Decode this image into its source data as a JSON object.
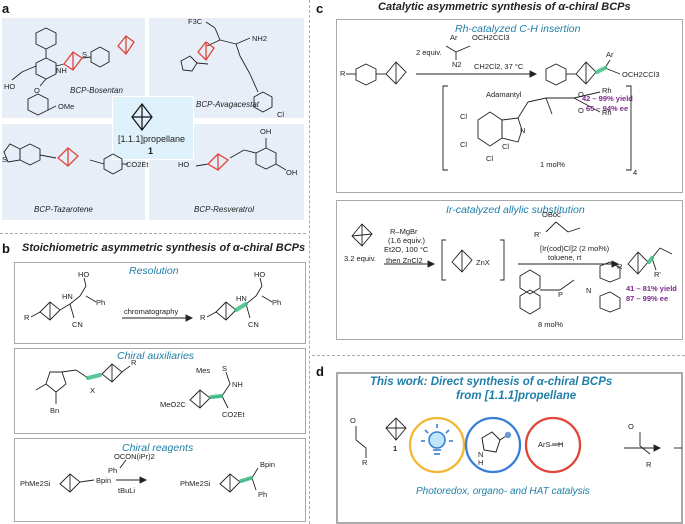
{
  "panel_a": {
    "letter": "a",
    "center_label": "[1.1.1]propellane",
    "center_number": "1",
    "bosentan": "BCP-Bosentan",
    "avagacestat": "BCP-Avagacestat",
    "tazarotene": "BCP-Tazarotene",
    "resveratrol": "BCP-Resveratrol",
    "atoms": {
      "ho": "HO",
      "ome": "OMe",
      "nh_bosentan": "NH",
      "s_bosentan": "S",
      "o": "O",
      "f3c": "F3C",
      "nh2": "NH2",
      "cl": "Cl",
      "s_taz": "S",
      "co2et": "CO2Et",
      "oh1": "OH",
      "oh2": "OH",
      "ho_res": "HO"
    }
  },
  "panel_b": {
    "letter": "b",
    "title": "Stoichiometric asymmetric synthesis of α-chiral BCPs",
    "resolution": "Resolution",
    "chromatography": "chromatography",
    "chiral_aux": "Chiral auxiliaries",
    "chiral_reag": "Chiral reagents",
    "atoms": {
      "r1": "R",
      "ho1": "HO",
      "hn1": "HN",
      "ph1": "Ph",
      "cn1": "CN",
      "ho2": "HO",
      "hn2": "HN",
      "ph2": "Ph",
      "cn2": "CN",
      "x": "X",
      "bn": "Bn",
      "r_aux": "R",
      "mes": "Mes",
      "s_aux": "S",
      "nh_aux": "NH",
      "meo2c": "MeO2C",
      "co2et": "CO2Et",
      "phme2si_1": "PhMe2Si",
      "bpin1": "Bpin",
      "ocon": "OCON(iPr)2",
      "ph_reag": "Ph",
      "buli": "tBuLi",
      "phme2si_2": "PhMe2Si",
      "bpin2": "Bpin",
      "ph_prod": "Ph"
    }
  },
  "panel_c": {
    "letter": "c",
    "title": "Catalytic asymmetric synthesis of α-chiral BCPs",
    "rh_title": "Rh-catalyzed C-H insertion",
    "rh_reagent_equiv": "2 equiv.",
    "rh_conditions": "CH2Cl2, 37 °C",
    "rh_yield": "42 – 99% yield",
    "rh_ee": "65 – 94% ee",
    "rh_cat_loading": "1 mol%",
    "adamantyl": "Adamantyl",
    "ir_title": "Ir-catalyzed allylic substitution",
    "ir_equiv": "3.2 equiv.",
    "ir_step1_a": "R–MgBr",
    "ir_step1_b": "(1.6 equiv.)",
    "ir_step1_c": "Et2O, 100 °C",
    "ir_step1_d": "then ZnCl2",
    "ir_znx": "ZnX",
    "ir_boc": "OBoc",
    "ir_rprime": "R'",
    "ir_cat": "[Ir(cod)Cl]2 (2 mol%)",
    "ir_solvent": "toluene, rt",
    "ir_ligand_loading": "8 mol%",
    "ir_yield": "41 – 81% yield",
    "ir_ee": "87 – 99% ee",
    "atoms": {
      "r_rh": "R",
      "ar": "Ar",
      "n2": "N2",
      "och2ccl3": "OCH2CCl3",
      "ar_prod": "Ar",
      "och2ccl3_prod": "OCH2CCl3",
      "rh1": "Rh",
      "rh2": "Rh",
      "o1": "O",
      "o2": "O",
      "n_phth": "N",
      "cl1": "Cl",
      "cl2": "Cl",
      "cl3": "Cl",
      "cl4": "Cl",
      "sub4": "4",
      "r_ir": "R",
      "r_prod": "R'",
      "n_lig": "N",
      "p_lig": "P"
    }
  },
  "panel_d": {
    "letter": "d",
    "title_line1": "This work: Direct synthesis of α-chiral BCPs",
    "title_line2": "from [1.1.1]propellane",
    "caption": "Photoredox, organo- and HAT catalysis",
    "atoms": {
      "o": "O",
      "r": "R",
      "one": "1",
      "n": "N",
      "h": "H",
      "ars_h": "ArS—H",
      "o_prod": "O",
      "r_prod": "R"
    }
  },
  "colors": {
    "panel_a_bg": "#e7eef8",
    "red_bcp": "#e0453a",
    "green_highlight": "#3cbf86",
    "blue_title": "#1f7fa8",
    "purple_result": "#7b2a8c",
    "yellow_circle": "#f5b731",
    "blue_circle": "#3a7fd5",
    "red_circle": "#e0453a"
  }
}
